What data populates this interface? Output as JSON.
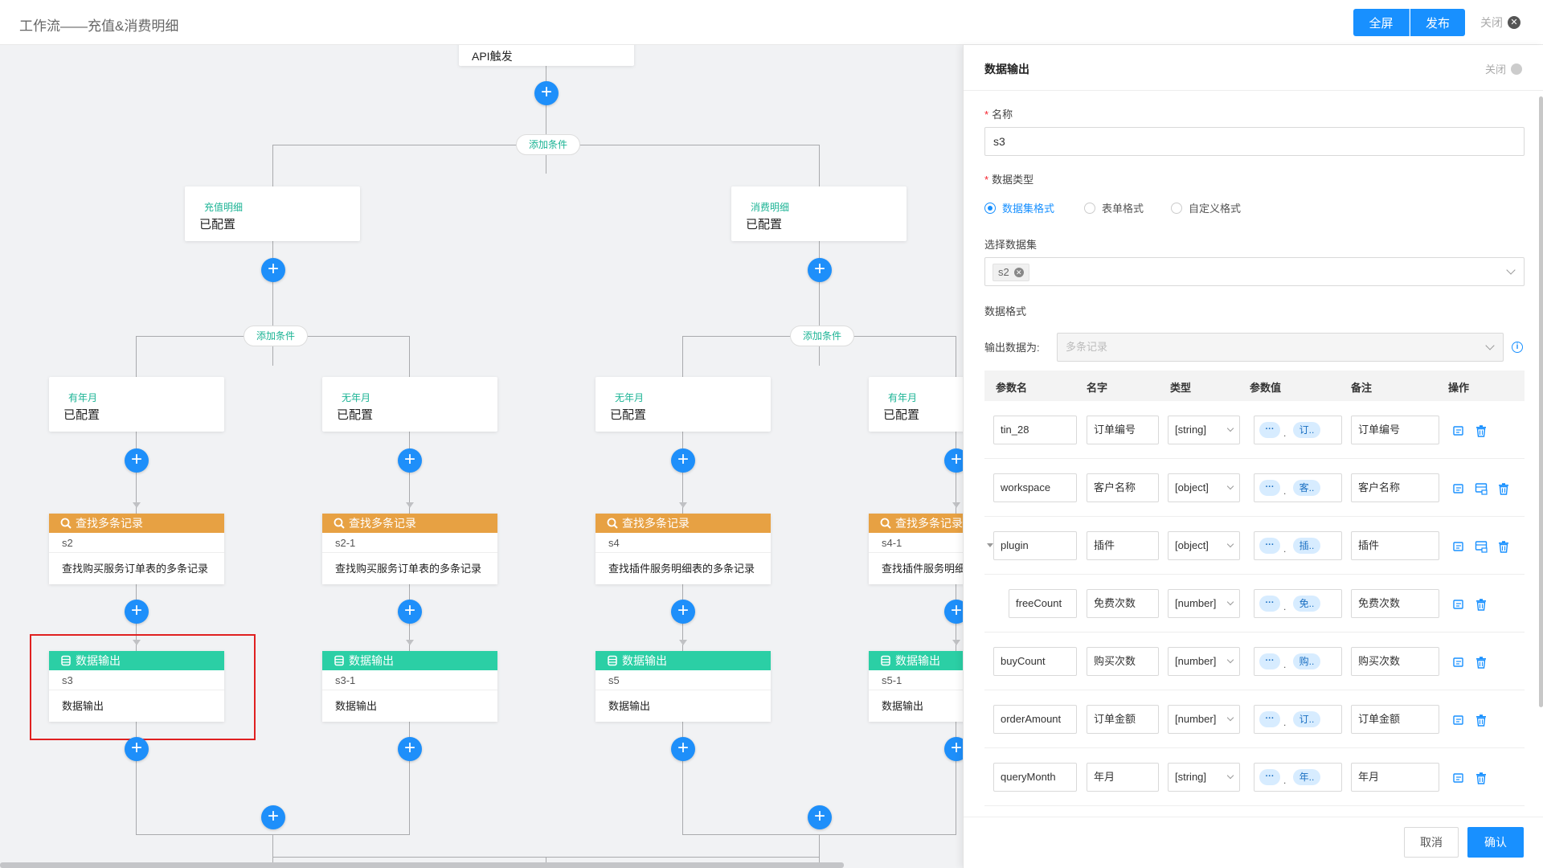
{
  "header": {
    "title": "工作流——充值&消费明细",
    "fullscreen_label": "全屏",
    "publish_label": "发布",
    "close_label": "关闭"
  },
  "flow": {
    "start_node": "API触发",
    "add_condition": "添加条件",
    "branches": [
      {
        "caption": "充值明细",
        "value": "已配置"
      },
      {
        "caption": "消费明细",
        "value": "已配置"
      }
    ],
    "conditions": [
      {
        "caption": "有年月",
        "value": "已配置"
      },
      {
        "caption": "无年月",
        "value": "已配置"
      },
      {
        "caption": "无年月",
        "value": "已配置"
      },
      {
        "caption": "有年月",
        "value": "已配置"
      }
    ],
    "find_cards": [
      {
        "title": "查找多条记录",
        "id": "s2",
        "desc": "查找购买服务订单表的多条记录"
      },
      {
        "title": "查找多条记录",
        "id": "s2-1",
        "desc": "查找购买服务订单表的多条记录"
      },
      {
        "title": "查找多条记录",
        "id": "s4",
        "desc": "查找插件服务明细表的多条记录"
      },
      {
        "title": "查找多条记录",
        "id": "s4-1",
        "desc": "查找插件服务明细表的多条记录"
      }
    ],
    "output_cards": [
      {
        "title": "数据输出",
        "id": "s3",
        "desc": "数据输出"
      },
      {
        "title": "数据输出",
        "id": "s3-1",
        "desc": "数据输出"
      },
      {
        "title": "数据输出",
        "id": "s5",
        "desc": "数据输出"
      },
      {
        "title": "数据输出",
        "id": "s5-1",
        "desc": "数据输出"
      }
    ]
  },
  "panel": {
    "title": "数据输出",
    "close_label": "关闭",
    "name_label": "名称",
    "name_value": "s3",
    "type_label": "数据类型",
    "type_options": [
      "数据集格式",
      "表单格式",
      "自定义格式"
    ],
    "type_selected": "数据集格式",
    "dataset_label": "选择数据集",
    "dataset_tag": "s2",
    "format_label": "数据格式",
    "output_as_label": "输出数据为:",
    "output_as_placeholder": "多条记录",
    "columns": [
      "参数名",
      "名字",
      "类型",
      "参数值",
      "备注",
      "操作"
    ],
    "rows": [
      {
        "param": "tin_28",
        "name": "订单编号",
        "type": "[string]",
        "value_a": "···",
        "value_b": "订..",
        "note": "订单编号",
        "ops": [
          "edit-icon",
          "delete-icon"
        ]
      },
      {
        "param": "workspace",
        "name": "客户名称",
        "type": "[object]",
        "value_a": "···",
        "value_b": "客..",
        "note": "客户名称",
        "ops": [
          "edit-icon",
          "add-child-icon",
          "delete-icon"
        ]
      },
      {
        "param": "plugin",
        "name": "插件",
        "type": "[object]",
        "value_a": "···",
        "value_b": "插..",
        "note": "插件",
        "ops": [
          "edit-icon",
          "add-child-icon",
          "delete-icon"
        ]
      },
      {
        "param": "freeCount",
        "name": "免费次数",
        "type": "[number]",
        "value_a": "···",
        "value_b": "免..",
        "note": "免费次数",
        "ops": [
          "edit-icon",
          "delete-icon"
        ]
      },
      {
        "param": "buyCount",
        "name": "购买次数",
        "type": "[number]",
        "value_a": "···",
        "value_b": "购..",
        "note": "购买次数",
        "ops": [
          "edit-icon",
          "delete-icon"
        ]
      },
      {
        "param": "orderAmount",
        "name": "订单金额",
        "type": "[number]",
        "value_a": "···",
        "value_b": "订..",
        "note": "订单金额",
        "ops": [
          "edit-icon",
          "delete-icon"
        ]
      },
      {
        "param": "queryMonth",
        "name": "年月",
        "type": "[string]",
        "value_a": "···",
        "value_b": "年..",
        "note": "年月",
        "ops": [
          "edit-icon",
          "delete-icon"
        ]
      }
    ],
    "cancel_label": "取消",
    "confirm_label": "确认"
  },
  "colors": {
    "primary": "#1890ff",
    "find_header": "#e7a143",
    "output_header": "#2bcfa5",
    "selection": "#e02020"
  }
}
